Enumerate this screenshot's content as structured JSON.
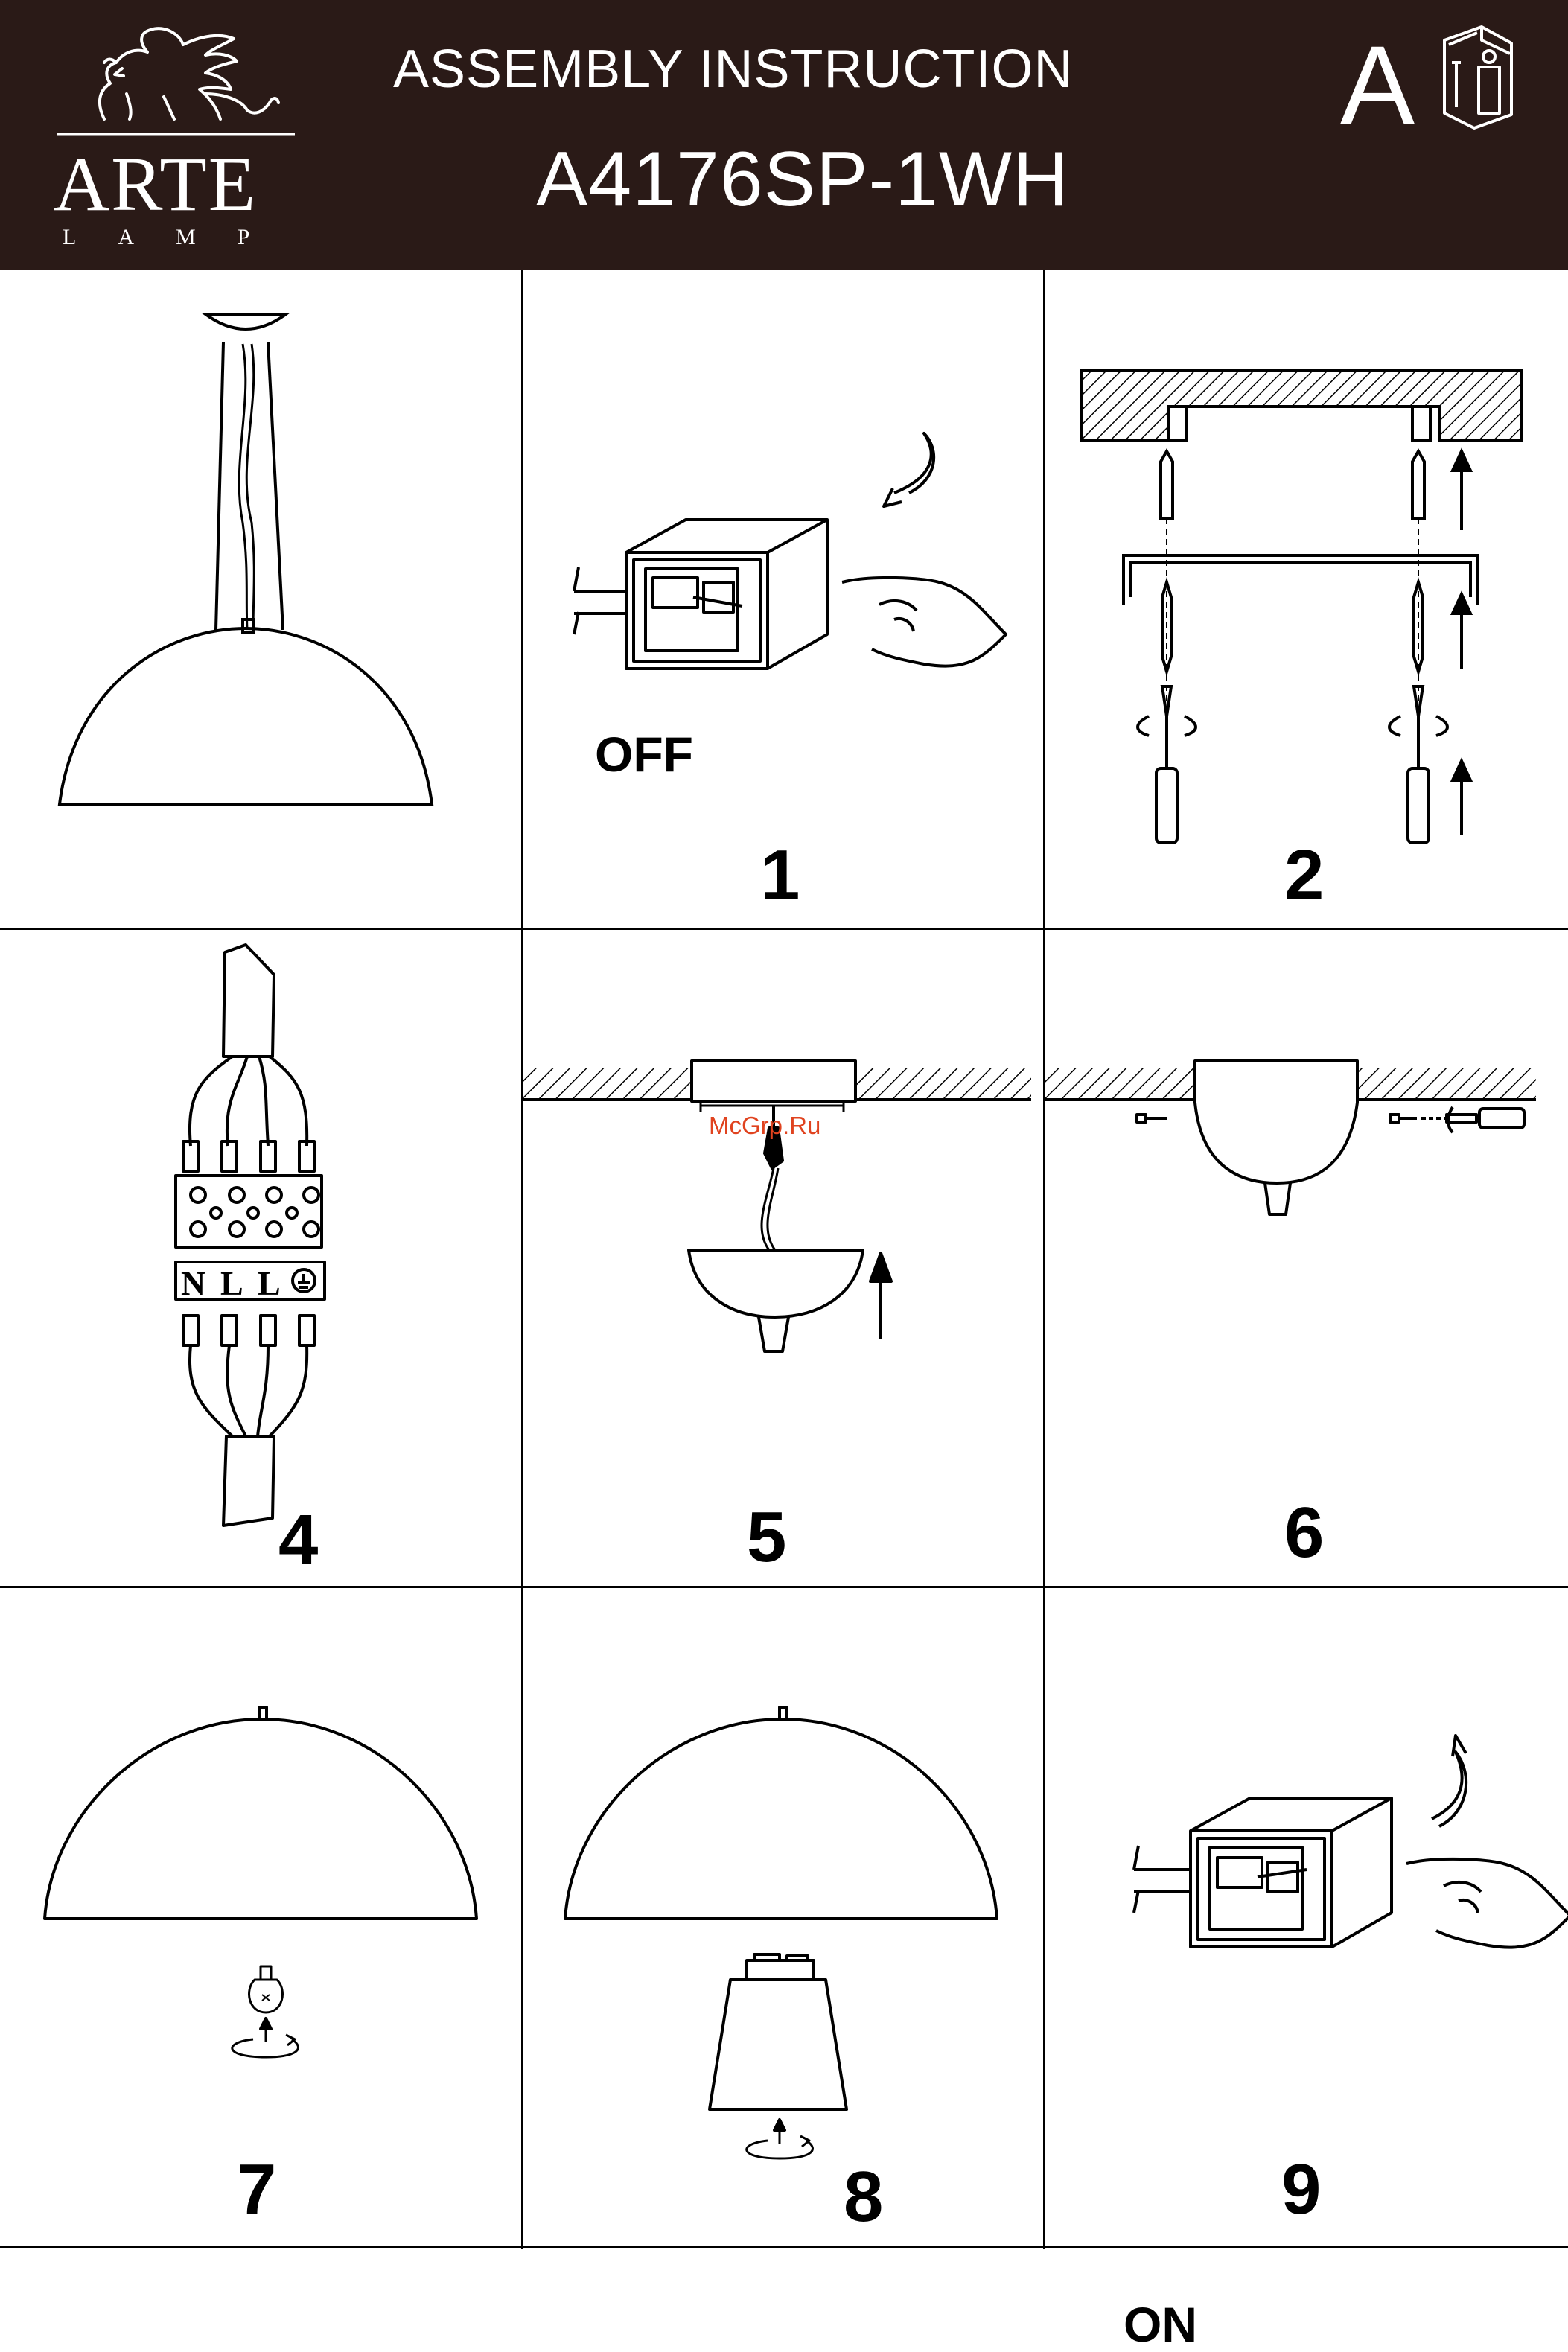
{
  "header": {
    "brand": "ARTE",
    "brand_sub": "LAMP",
    "title": "ASSEMBLY  INSTRUCTION",
    "model": "A4176SP-1WH",
    "language": "A",
    "info_icon": "manual-info-icon",
    "background_color": "#2a1a17"
  },
  "panels": [
    {
      "id": "overview",
      "step": "",
      "label": "",
      "illustration": "pendant-lamp-icon"
    },
    {
      "id": "step-1",
      "step": "1",
      "label": "OFF",
      "illustration": "switch-off-icon"
    },
    {
      "id": "step-2",
      "step": "2",
      "label": "",
      "illustration": "mounting-bracket-icon"
    },
    {
      "id": "step-4",
      "step": "4",
      "label": "",
      "illustration": "terminal-block-icon",
      "terminals": [
        "N",
        "L",
        "L"
      ]
    },
    {
      "id": "step-5",
      "step": "5",
      "label": "",
      "illustration": "canopy-raise-icon"
    },
    {
      "id": "step-6",
      "step": "6",
      "label": "",
      "illustration": "canopy-screw-icon"
    },
    {
      "id": "step-7",
      "step": "7",
      "label": "",
      "illustration": "bulb-install-icon"
    },
    {
      "id": "step-8",
      "step": "8",
      "label": "",
      "illustration": "shade-install-icon"
    },
    {
      "id": "step-9",
      "step": "9",
      "label": "ON",
      "illustration": "switch-on-icon"
    }
  ],
  "watermark": {
    "text": "McGrp.Ru",
    "color": "#e0431f"
  }
}
